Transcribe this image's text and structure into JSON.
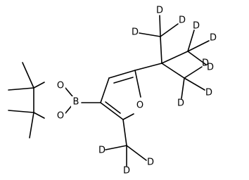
{
  "molecule": {
    "atoms": {
      "B": "B",
      "O_upper": "O",
      "O_lower": "O",
      "O_ring": "O",
      "D": "D"
    },
    "colors": {
      "bond": "#000000",
      "label": "#000000",
      "background": "#ffffff"
    }
  }
}
